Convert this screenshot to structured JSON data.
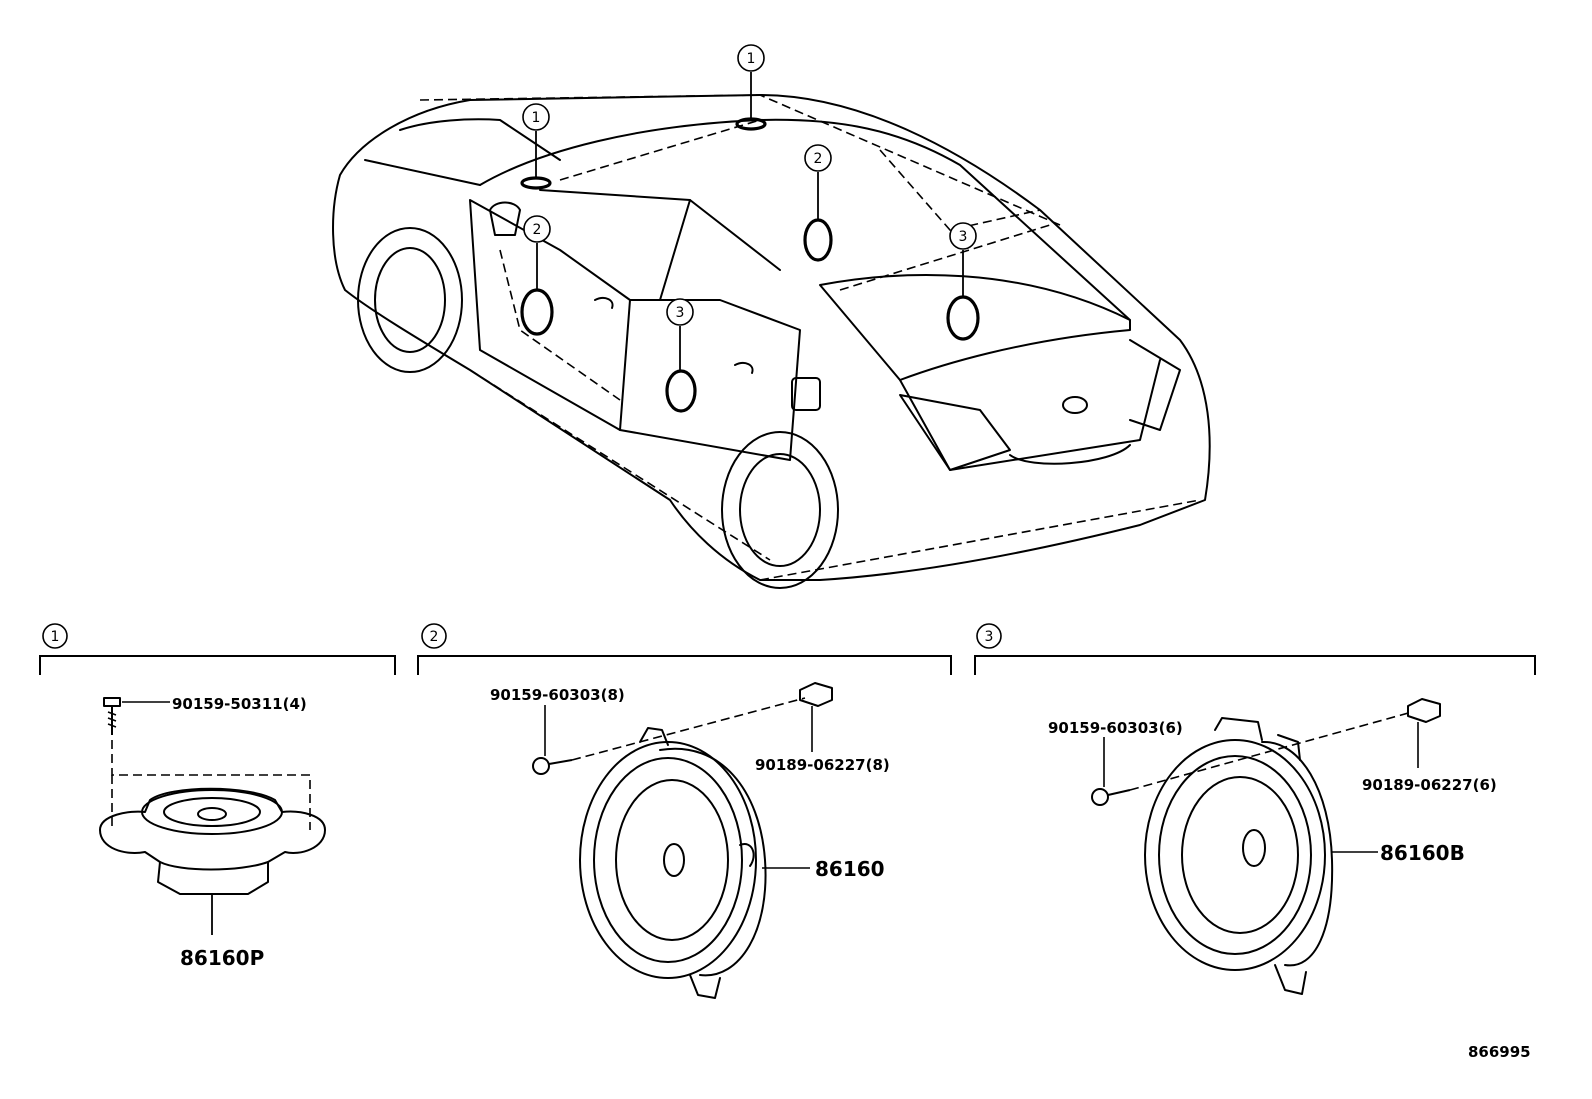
{
  "diagram_number": "866995",
  "callouts": {
    "c1": "1",
    "c2": "2",
    "c3": "3"
  },
  "sections": [
    {
      "id": "1",
      "parts": [
        {
          "number": "90159-50311(4)",
          "kind": "screw"
        },
        {
          "number": "86160P",
          "kind": "tweeter speaker"
        }
      ]
    },
    {
      "id": "2",
      "parts": [
        {
          "number": "90159-60303(8)",
          "kind": "screw"
        },
        {
          "number": "90189-06227(8)",
          "kind": "clip nut"
        },
        {
          "number": "86160",
          "kind": "front door speaker"
        }
      ]
    },
    {
      "id": "3",
      "parts": [
        {
          "number": "90159-60303(6)",
          "kind": "screw"
        },
        {
          "number": "90189-06227(6)",
          "kind": "clip nut"
        },
        {
          "number": "86160B",
          "kind": "rear door speaker"
        }
      ]
    }
  ]
}
